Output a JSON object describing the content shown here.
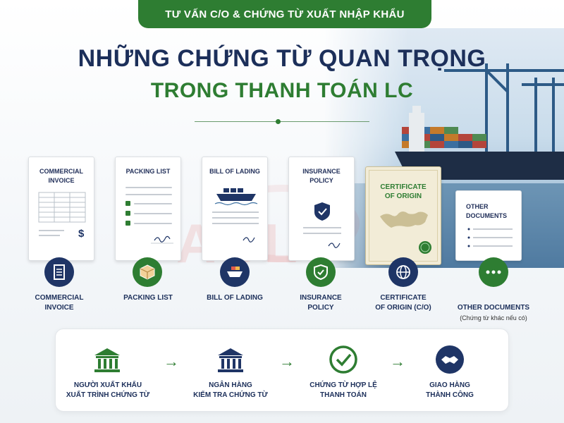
{
  "header": {
    "badge": "TƯ VẤN C/O & CHỨNG TỪ XUẤT NHẬP KHẨU",
    "title_line1": "NHỮNG CHỨNG TỪ QUAN TRỌNG",
    "title_line2": "TRONG THANH TOÁN LC"
  },
  "watermark": "ASL",
  "documents": [
    {
      "card_title": "COMMERCIAL\nINVOICE",
      "caption": "COMMERCIAL\nINVOICE",
      "icon": "document-icon",
      "color": "#1f3566"
    },
    {
      "card_title": "PACKING LIST",
      "caption": "PACKING LIST",
      "icon": "box-icon",
      "color": "#2e7d32"
    },
    {
      "card_title": "BILL OF LADING",
      "caption": "BILL OF LADING",
      "icon": "ship-icon",
      "color": "#1f3566"
    },
    {
      "card_title": "INSURANCE\nPOLICY",
      "caption": "INSURANCE\nPOLICY",
      "icon": "shield-check-icon",
      "color": "#2e7d32"
    },
    {
      "card_title": "CERTIFICATE\nOF ORIGIN",
      "caption": "CERTIFICATE\nOF ORIGIN (C/O)",
      "icon": "globe-icon",
      "color": "#1f3566"
    },
    {
      "card_title": "OTHER\nDOCUMENTS",
      "caption": "OTHER DOCUMENTS",
      "caption_note": "(Chứng từ khác nếu có)",
      "icon": "more-dots-icon",
      "color": "#2e7d32"
    }
  ],
  "invoice_symbol": "$",
  "process": [
    {
      "label": "NGƯỜI XUẤT KHẨU\nXUẤT TRÌNH CHỨNG TỪ",
      "icon": "bank-icon",
      "color": "#2e7d32"
    },
    {
      "label": "NGÂN HÀNG\nKIỂM TRA CHỨNG TỪ",
      "icon": "bank-icon",
      "color": "#1f3566"
    },
    {
      "label": "CHỨNG TỪ HỢP LỆ\nTHANH TOÁN",
      "icon": "check-circle-icon",
      "color": "#2e7d32"
    },
    {
      "label": "GIAO HÀNG\nTHÀNH CÔNG",
      "icon": "handshake-icon",
      "color": "#1f3566"
    }
  ]
}
